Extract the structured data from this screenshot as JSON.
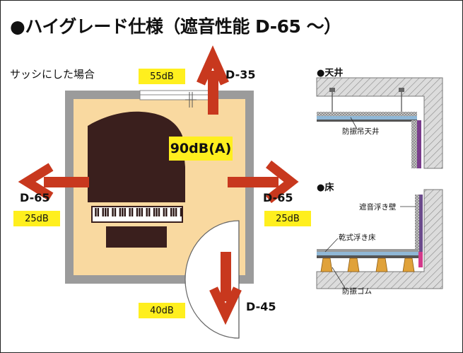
{
  "title": "●ハイグレード仕様（遮音性能 D-65 〜）",
  "sash_caption": "サッシにした場合",
  "inner_level": "90dB(A)",
  "top": {
    "rating": "D-35",
    "level": "55dB"
  },
  "left": {
    "rating": "D-65",
    "level": "25dB"
  },
  "right": {
    "rating": "D-65",
    "level": "25dB"
  },
  "bottom": {
    "rating": "D-45",
    "level": "40dB"
  },
  "ceiling": {
    "heading": "●天井",
    "label": "防振吊天井"
  },
  "floor": {
    "heading": "●床",
    "labels": [
      "遮音浮き壁",
      "乾式浮き床",
      "防振ゴム"
    ]
  },
  "colors": {
    "room_floor": "#f9d9a0",
    "arrow": "#c8381e",
    "wall": "#9a9a9a",
    "piano": "#3a1f1d",
    "label_bg": "#ffef1e"
  }
}
